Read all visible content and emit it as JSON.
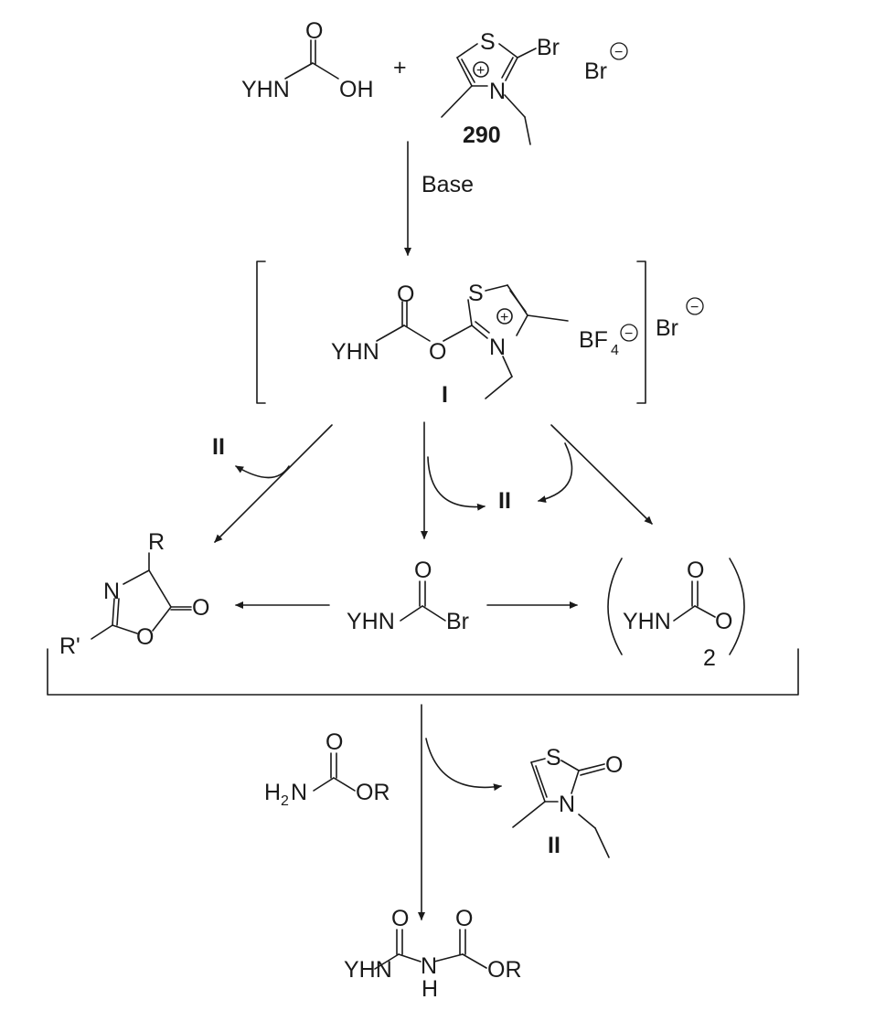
{
  "reactants": {
    "acid": {
      "y": "YHN",
      "o": "O",
      "oh": "OH"
    },
    "plus": "+",
    "reagent": {
      "s": "S",
      "br": "Br",
      "n": "N",
      "plus": "+",
      "counterion": "Br",
      "minus": "−",
      "label": "290"
    }
  },
  "step1": {
    "reagent": "Base"
  },
  "intermediate": {
    "y": "YHN",
    "o": "O",
    "o2": "O",
    "s": "S",
    "n": "N",
    "plus": "+",
    "bf": "BF",
    "sub4": "4",
    "minus": "−",
    "br": "Br",
    "minus2": "−",
    "label": "I"
  },
  "byproduct": {
    "label": "II"
  },
  "middle": {
    "oxazolone": {
      "r": "R",
      "n": "N",
      "o": "O",
      "o2": "O",
      "r2": "R'"
    },
    "acylbromide": {
      "y": "YHN",
      "o": "O",
      "br": "Br"
    },
    "anhydride": {
      "y": "YHN",
      "o": "O",
      "o2": "O",
      "sub": "2"
    }
  },
  "step2": {
    "carbamate": {
      "h2n": "H",
      "sub2": "2",
      "n": "N",
      "o": "O",
      "or": "OR"
    }
  },
  "thiazolone": {
    "s": "S",
    "o": "O",
    "n": "N",
    "label": "II"
  },
  "product": {
    "y": "YHN",
    "o1": "O",
    "n": "N",
    "h": "H",
    "o2": "O",
    "or": "OR"
  }
}
